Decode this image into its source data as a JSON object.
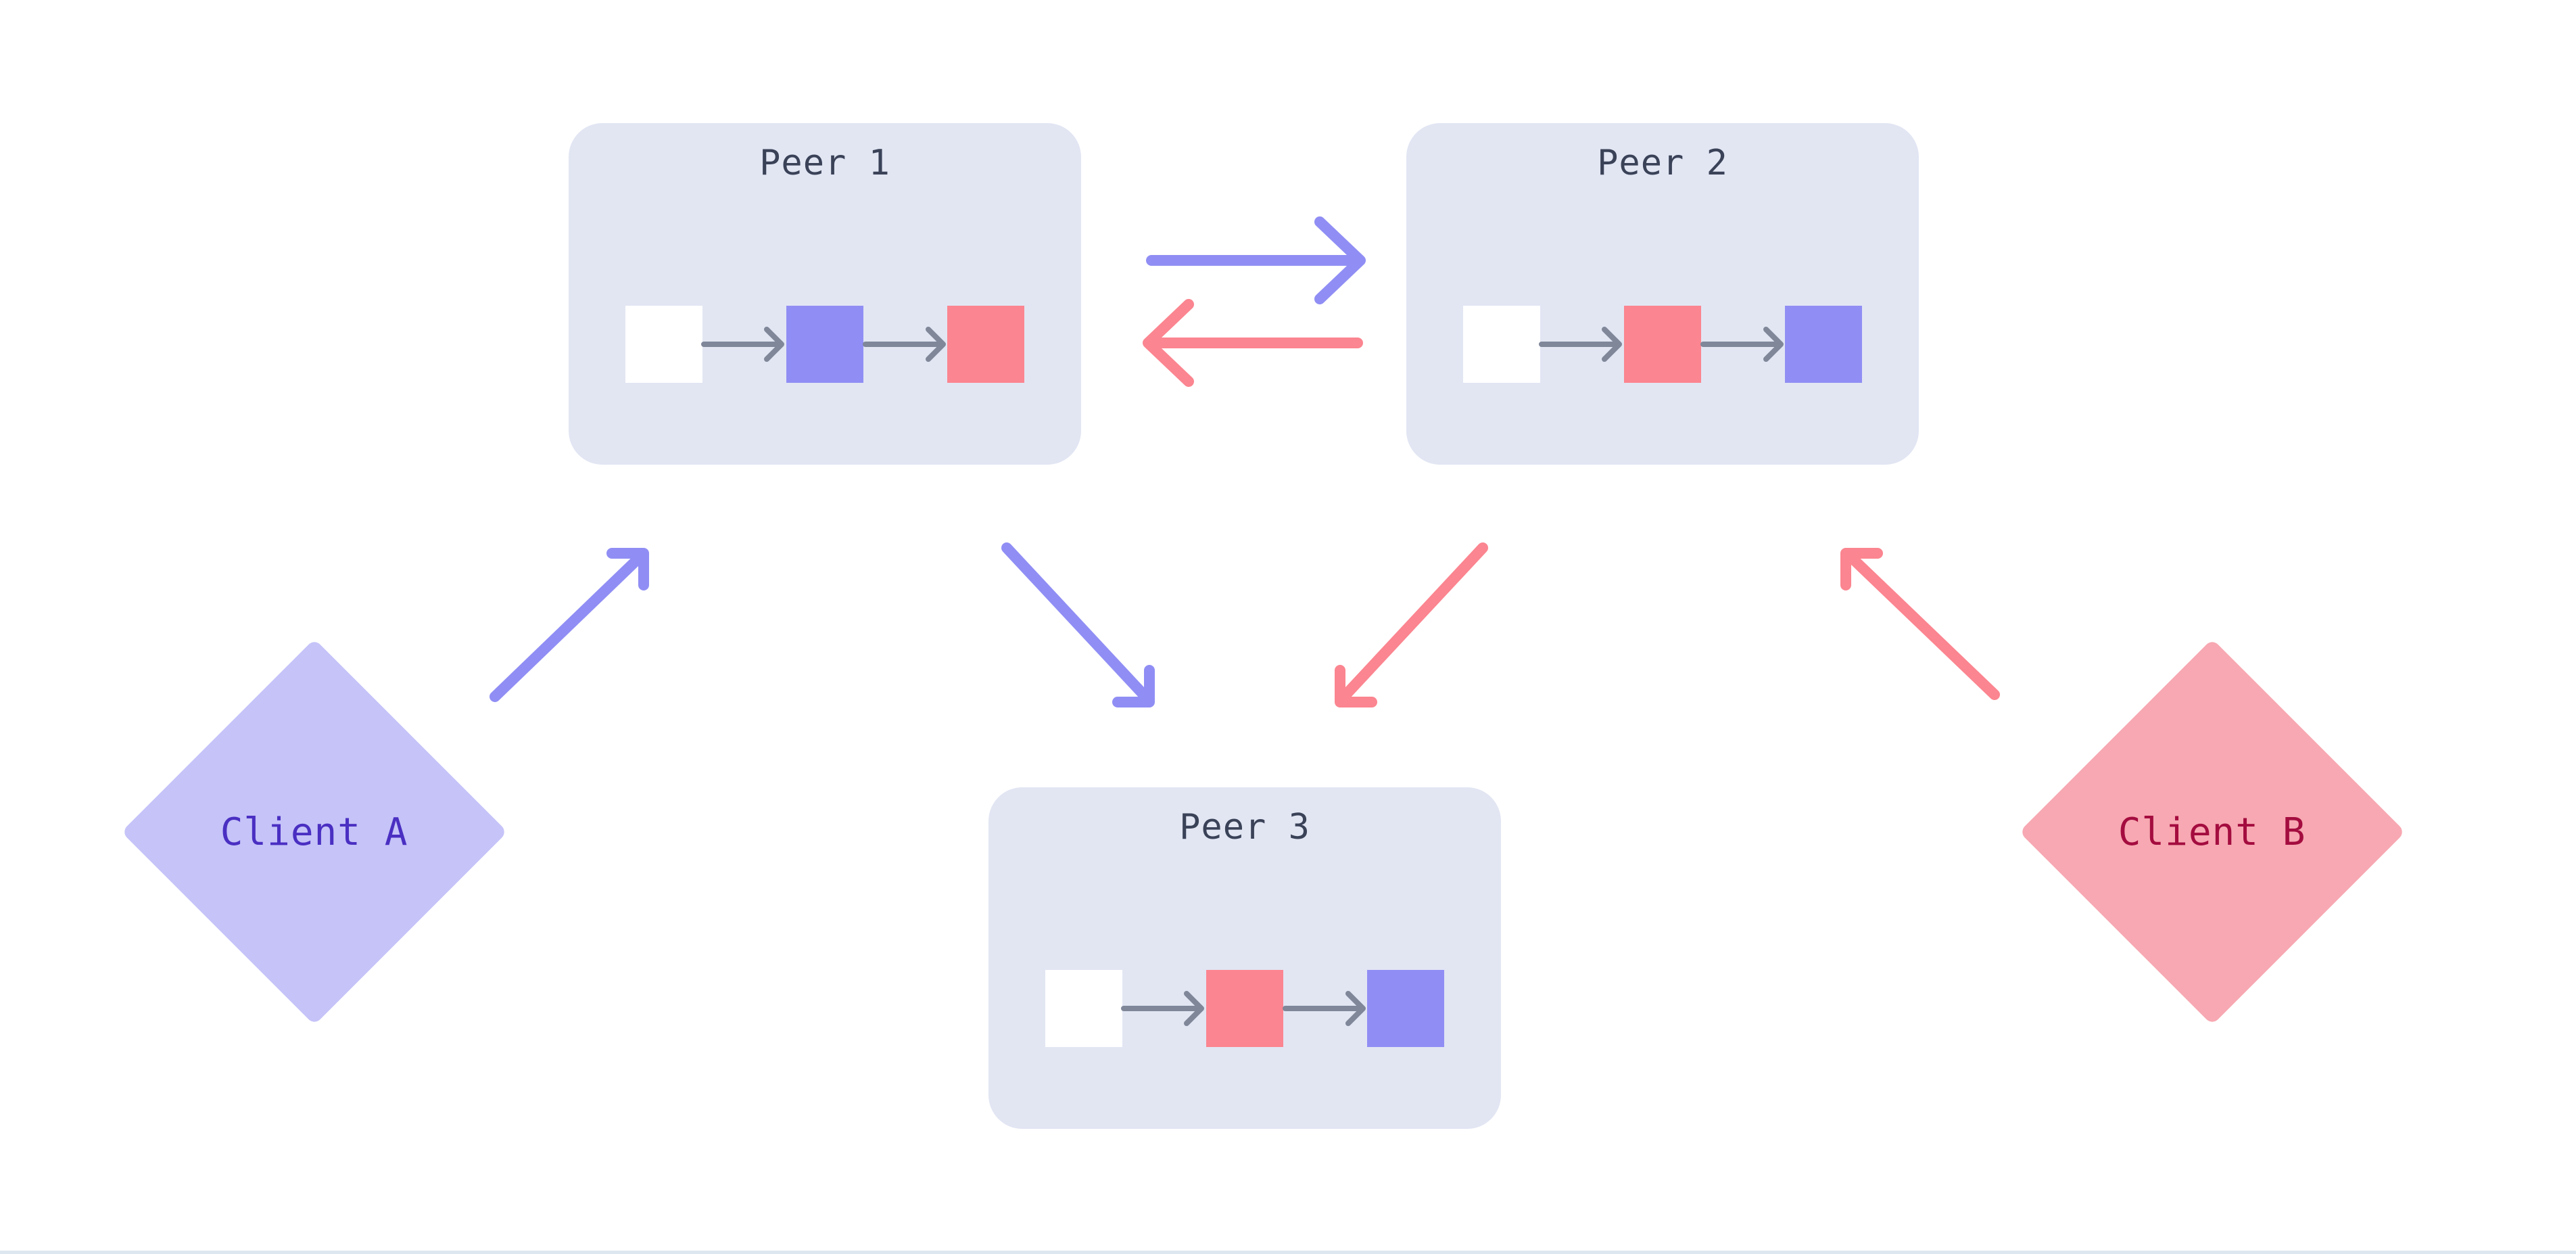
{
  "colors": {
    "background": "#ffffff",
    "peer_box_bg": "#e2e6f3",
    "peer_title": "#3a4258",
    "indigo": "#908ef4",
    "red": "#fb8590",
    "flow_arrow": "#7f8799",
    "client_a_bg": "#c5c3f8",
    "client_a_text": "#4a2fc2",
    "client_b_bg": "#f7a8b2",
    "client_b_text": "#a40c3f",
    "bottom_divider": "#dde7f0"
  },
  "peers": [
    {
      "title": "Peer 1",
      "squares": [
        "white",
        "indigo",
        "red"
      ]
    },
    {
      "title": "Peer 2",
      "squares": [
        "white",
        "red",
        "indigo"
      ]
    },
    {
      "title": "Peer 3",
      "squares": [
        "white",
        "red",
        "indigo"
      ]
    }
  ],
  "clients": [
    {
      "label": "Client A",
      "theme": "indigo"
    },
    {
      "label": "Client B",
      "theme": "red"
    }
  ],
  "connections": [
    {
      "from": "Peer 1",
      "to": "Peer 2",
      "color": "indigo",
      "direction": "right"
    },
    {
      "from": "Peer 2",
      "to": "Peer 1",
      "color": "red",
      "direction": "left"
    },
    {
      "from": "Client A",
      "to": "Peer 1",
      "color": "indigo",
      "direction": "up-right"
    },
    {
      "from": "Peer 1",
      "to": "Peer 3",
      "color": "indigo",
      "direction": "down-right"
    },
    {
      "from": "Peer 2",
      "to": "Peer 3",
      "color": "red",
      "direction": "down-left"
    },
    {
      "from": "Client B",
      "to": "Peer 2",
      "color": "red",
      "direction": "up-left"
    }
  ]
}
